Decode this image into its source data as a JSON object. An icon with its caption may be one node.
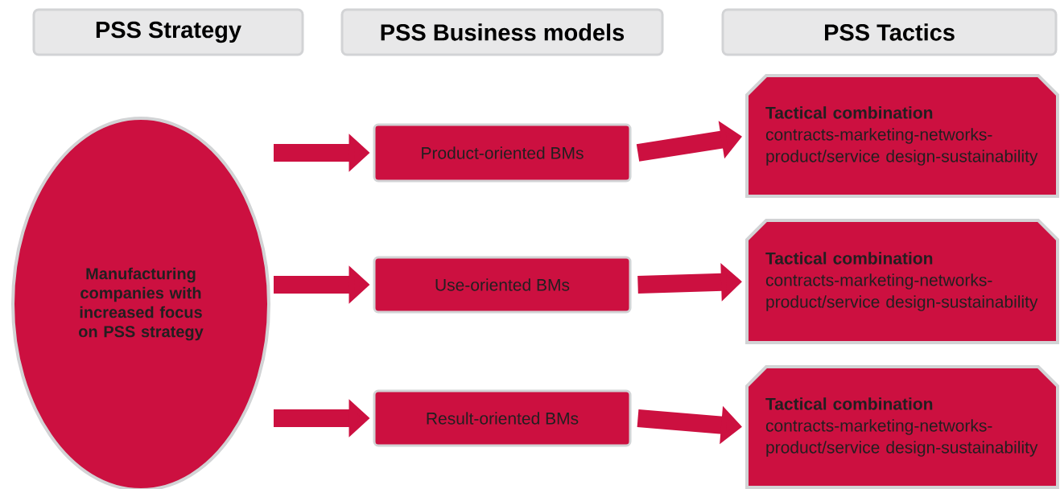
{
  "diagram": {
    "nodes": [
      {
        "text": [
          "PSS Strategy"
        ]
      },
      {
        "text": [
          "PSS Business models"
        ]
      },
      {
        "text": [
          "PSS Tactics"
        ]
      },
      {
        "text": [
          "Manufacturing companies with increased focus on PSS strategy"
        ]
      },
      {
        "text": [
          "Product-oriented BMs"
        ]
      },
      {
        "text": [
          "Use-oriented BMs"
        ]
      },
      {
        "text": [
          "Result-oriented BMs"
        ]
      },
      {
        "text": [
          "Tactical combination",
          "contracts-marketing-networks-product/service design-sustainability"
        ]
      },
      {
        "text": [
          "Tactical combination",
          "contracts-marketing-networks-product/service design-sustainability"
        ]
      },
      {
        "text": [
          "Tactical combination",
          "contracts-marketing-networks-product/service design-sustainability"
        ]
      }
    ],
    "edges": [
      {
        "from": 3,
        "to": 4,
        "arrow": "to"
      },
      {
        "from": 3,
        "to": 5,
        "arrow": "to"
      },
      {
        "from": 3,
        "to": 6,
        "arrow": "to"
      },
      {
        "from": 4,
        "to": 7,
        "arrow": "to"
      },
      {
        "from": 5,
        "to": 8,
        "arrow": "to"
      },
      {
        "from": 6,
        "to": 9,
        "arrow": "to"
      }
    ]
  }
}
